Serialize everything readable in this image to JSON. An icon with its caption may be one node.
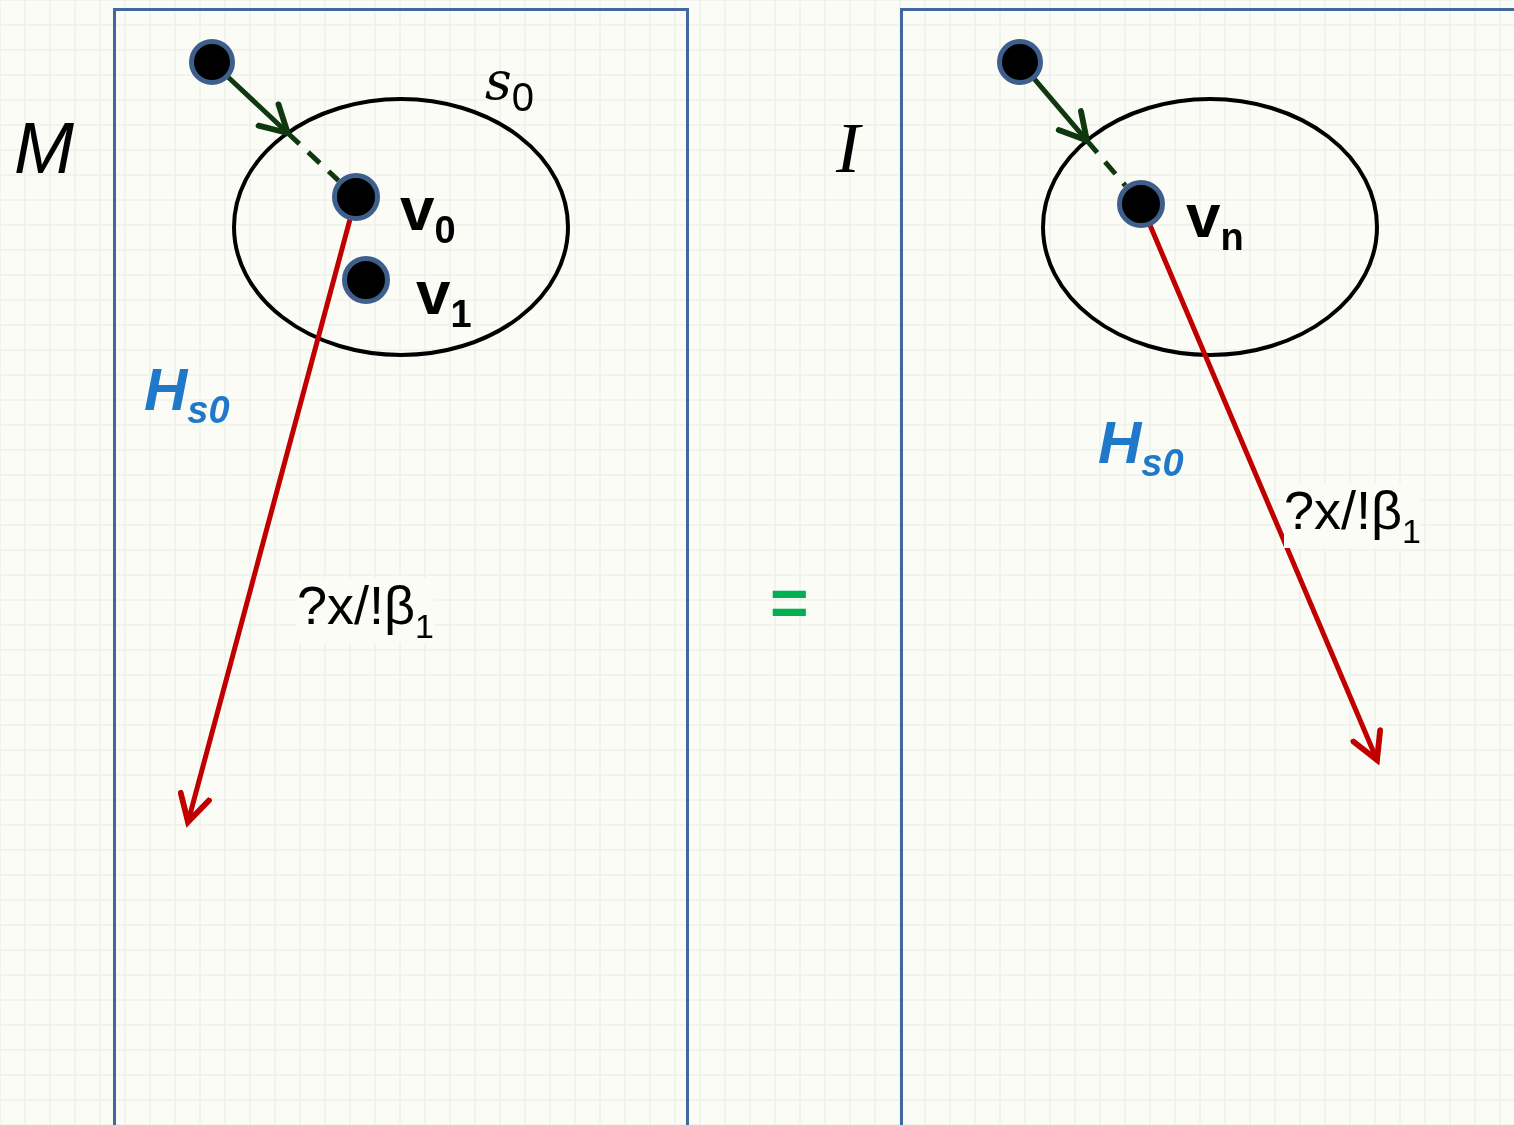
{
  "diagram": {
    "nodes": [
      {
        "text": [],
        "shape": "box"
      },
      {
        "text": [
          "*s*$_{0}$"
        ],
        "in": 0
      },
      {
        "text": [],
        "shape": "circle",
        "in": 0
      },
      {
        "text": [],
        "shape": "circle",
        "in": 1,
        "beside": [
          "v$_{0}$"
        ]
      },
      {
        "text": [],
        "shape": "circle",
        "in": 1,
        "beside": [
          "v$_{1}$"
        ]
      },
      {
        "text": [],
        "shape": "box"
      },
      {
        "text": [],
        "shape": "ellipse",
        "in": 5
      },
      {
        "text": [],
        "shape": "circle",
        "in": 5
      },
      {
        "text": [],
        "shape": "circle",
        "in": 6,
        "beside": [
          "v$_{n}$"
        ]
      }
    ],
    "edges": [
      {
        "from": 2,
        "to": 1,
        "arrow": "to"
      },
      {
        "from": 1,
        "to": 3,
        "arrow": "none",
        "style": "dashed"
      },
      {
        "from": 3,
        "to": null,
        "arrow": "to",
        "color": "#c00000",
        "label": "?x/!β$_{1}$"
      },
      {
        "from": 7,
        "to": 6,
        "arrow": "to"
      },
      {
        "from": 6,
        "to": 8,
        "arrow": "none",
        "style": "dashed"
      },
      {
        "from": 8,
        "to": null,
        "arrow": "to",
        "color": "#c00000",
        "label": "?x/!β$_{1}$"
      }
    ],
    "labels": [
      "M",
      "I",
      "H$_{s0}$",
      "H$_{s0}$",
      "="
    ]
  }
}
